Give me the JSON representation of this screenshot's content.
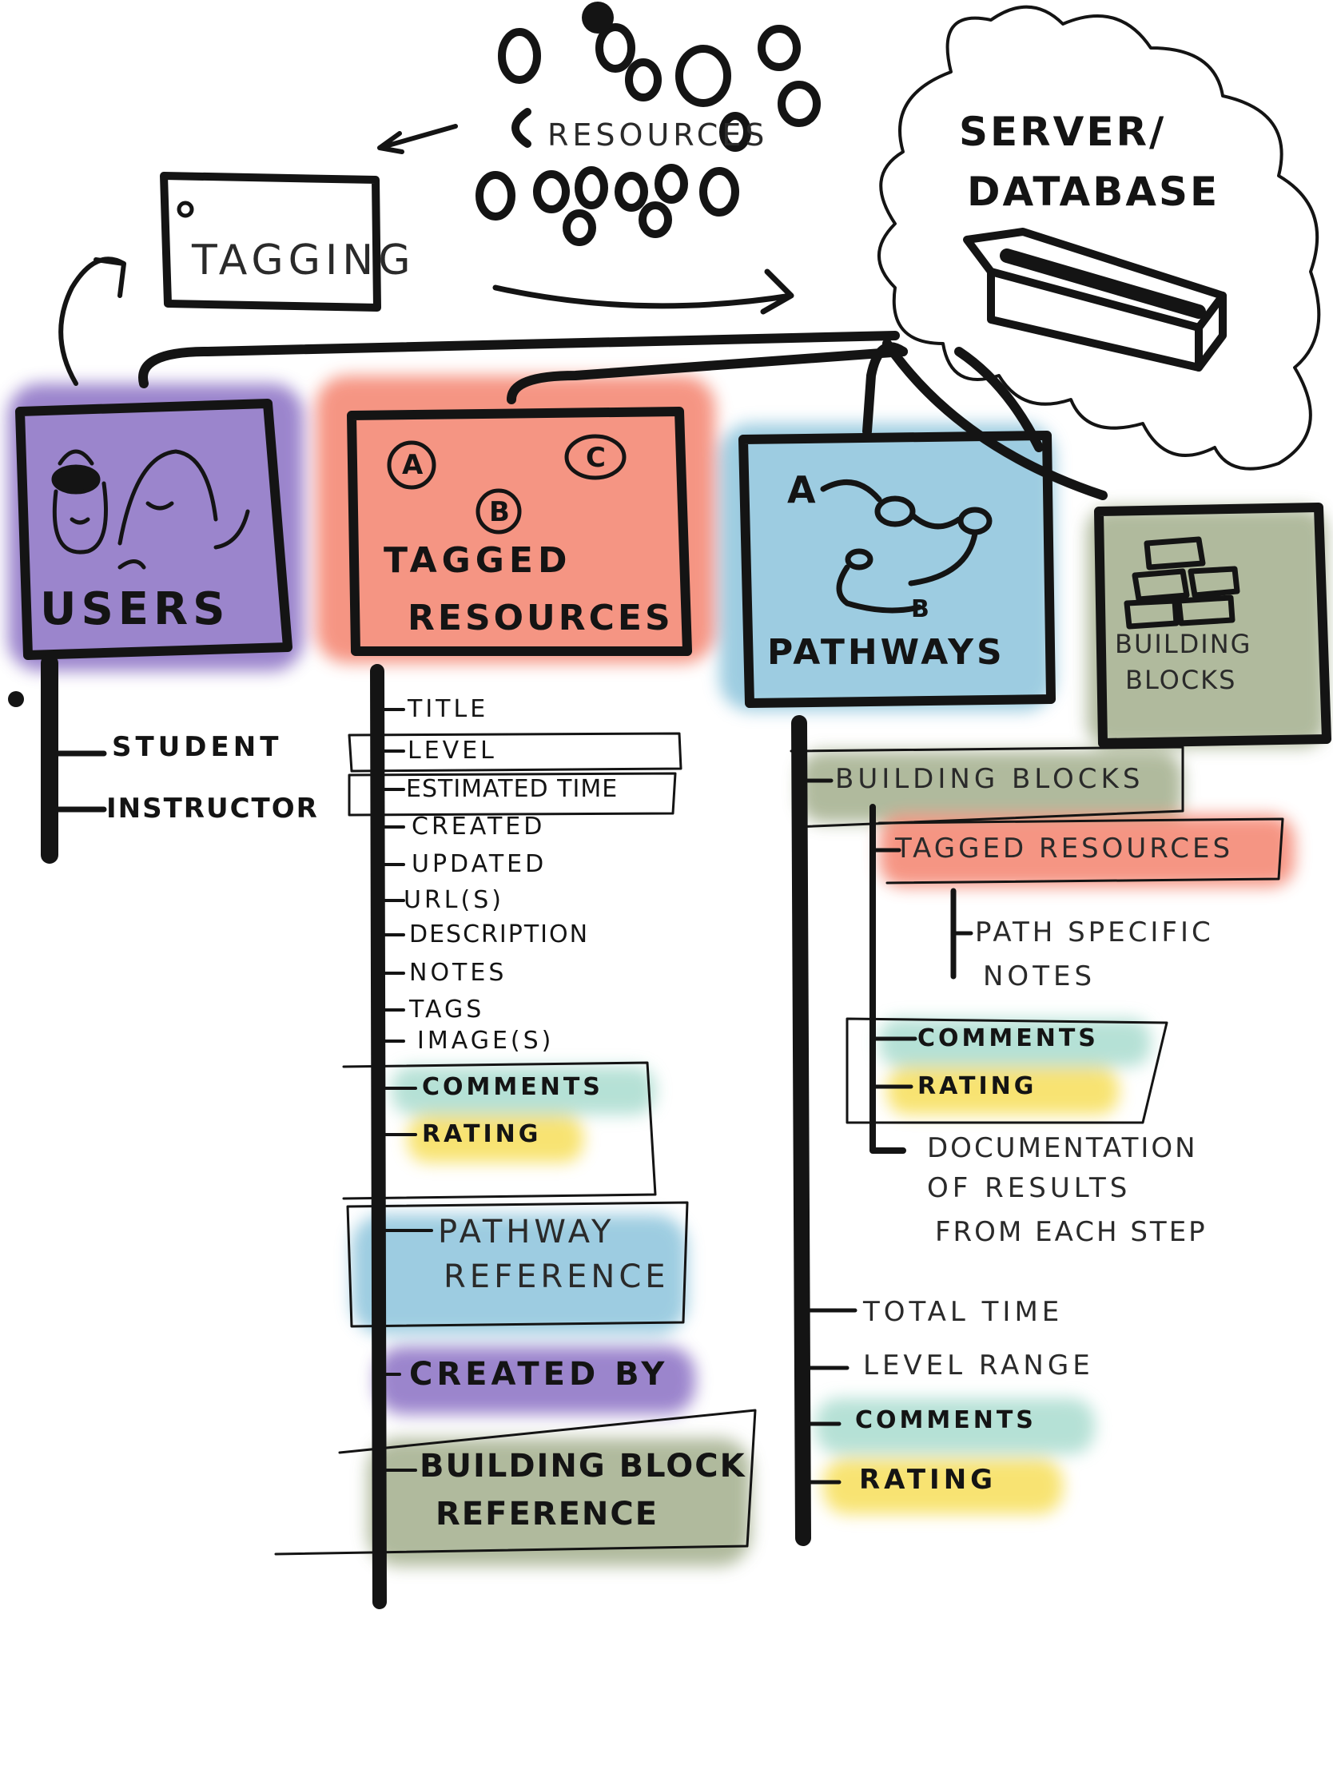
{
  "resources": {
    "label": "RESOURCES"
  },
  "tagging": {
    "label": "TAGGING"
  },
  "server": {
    "line1": "SERVER/",
    "line2": "DATABASE"
  },
  "users": {
    "title": "USERS",
    "roles": [
      "STUDENT",
      "INSTRUCTOR"
    ]
  },
  "tagged_resources": {
    "title_line1": "TAGGED",
    "title_line2": "RESOURCES",
    "markers": [
      "A",
      "B",
      "C"
    ],
    "fields": [
      "TITLE",
      "LEVEL",
      "ESTIMATED TIME",
      "CREATED",
      "UPDATED",
      "URL(S)",
      "DESCRIPTION",
      "NOTES",
      "TAGS",
      "IMAGE(S)"
    ],
    "comments": "COMMENTS",
    "rating": "RATING",
    "pathway_ref_line1": "PATHWAY",
    "pathway_ref_line2": "REFERENCE",
    "created_by": "CREATED BY",
    "block_ref_line1": "BUILDING BLOCK",
    "block_ref_line2": "REFERENCE"
  },
  "pathways": {
    "title": "PATHWAYS",
    "markers": [
      "A",
      "B"
    ],
    "building_blocks": "BUILDING BLOCKS",
    "tagged_resources": "TAGGED RESOURCES",
    "path_notes_line1": "PATH SPECIFIC",
    "path_notes_line2": "NOTES",
    "comments": "COMMENTS",
    "rating": "RATING",
    "doc_line1": "DOCUMENTATION",
    "doc_line2": "OF RESULTS",
    "doc_line3": "FROM EACH STEP",
    "total_time": "TOTAL TIME",
    "level_range": "LEVEL RANGE",
    "comments2": "COMMENTS",
    "rating2": "RATING"
  },
  "building_blocks_box": {
    "line1": "BUILDING",
    "line2": "BLOCKS"
  },
  "colors": {
    "users": "#8a6fc4",
    "tagged": "#f4836e",
    "pathways": "#8cc4dc",
    "blocks": "#a3ae8c",
    "teal": "#a9dccf",
    "yellow": "#f7df5a",
    "ink": "#141414"
  }
}
